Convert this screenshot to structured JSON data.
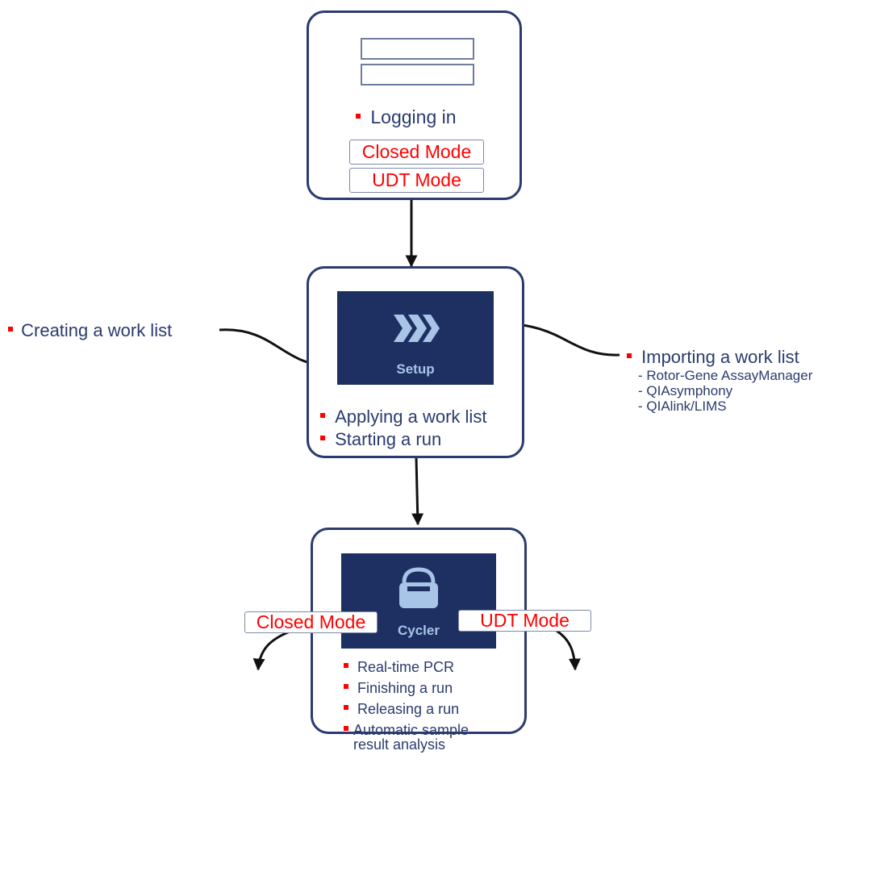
{
  "login": {
    "bullet_text": "Logging in",
    "closed_mode": "Closed Mode",
    "udt_mode": "UDT Mode"
  },
  "setup": {
    "tile_label": "Setup",
    "icon": "chevrons-forward-icon",
    "items": [
      "Applying a work list",
      "Starting a run"
    ]
  },
  "create_list": "Creating a work list",
  "import_list": {
    "title": "Importing a work list",
    "sources": [
      "- Rotor-Gene AssayManager",
      "- QIAsymphony",
      "- QIAlink/LIMS"
    ]
  },
  "cycler": {
    "tile_label": "Cycler",
    "icon": "cycler-instrument-icon",
    "items": [
      "Real-time PCR",
      "Finishing a run",
      "Releasing a run",
      "Automatic sample"
    ],
    "item_continuation": "result analysis"
  },
  "bottom": {
    "closed_mode": "Closed Mode",
    "udt_mode": "UDT Mode"
  },
  "colors": {
    "navy": "#2b3b6e",
    "tile": "#1e3062",
    "bullet": "#ff0000",
    "tile_text": "#a8c4e6"
  }
}
